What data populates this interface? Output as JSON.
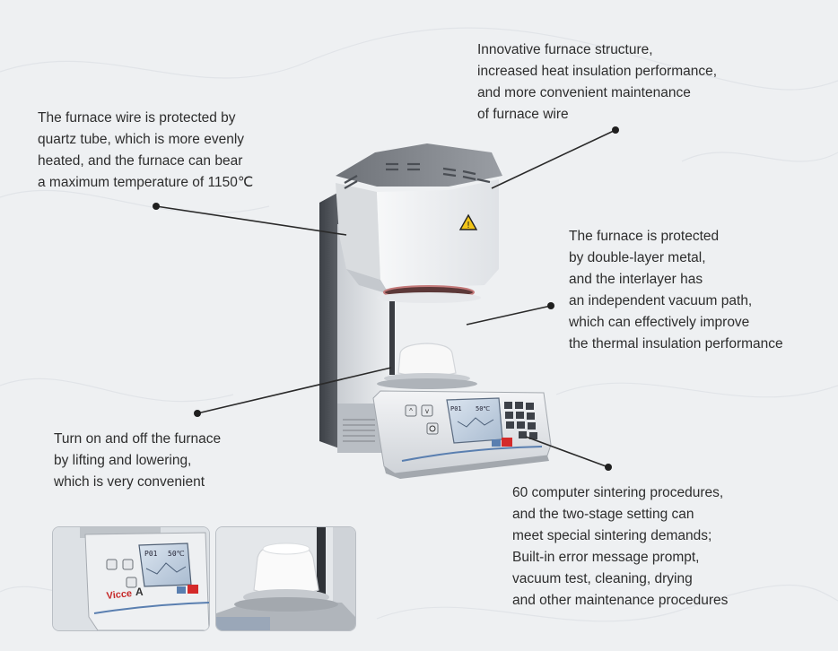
{
  "callouts": {
    "quartz_tube": [
      "The furnace wire is protected by",
      "quartz tube, which is more evenly",
      "heated, and the furnace can bear",
      "a maximum temperature of 1150℃"
    ],
    "structure": [
      "Innovative furnace structure,",
      "increased heat insulation performance,",
      "and more convenient maintenance",
      "of furnace wire"
    ],
    "double_layer": [
      "The furnace is protected",
      "by double-layer metal,",
      "and the interlayer has",
      "an independent vacuum path,",
      "which can effectively improve",
      "the thermal insulation performance"
    ],
    "lifting": [
      "Turn on and off the furnace",
      "by lifting and lowering,",
      "which is very convenient"
    ],
    "procedures": [
      "60 computer sintering procedures,",
      "and the two-stage setting can",
      "meet special sintering demands;",
      "Built-in error message prompt,",
      "vacuum test, cleaning, drying",
      "and other maintenance procedures"
    ]
  },
  "display": {
    "program": "P01",
    "temperature": "50℃",
    "brand": "Vicce",
    "brand_mark": "A"
  },
  "colors": {
    "background": "#eef0f2",
    "accent_red": "#d42a2a",
    "lcd": "#c9d6e6",
    "leader": "#2a2a2a"
  },
  "icons": [
    "warning-hot-surface-icon",
    "up-arrow-button-icon",
    "down-arrow-button-icon",
    "power-icon",
    "keypad-icon"
  ]
}
